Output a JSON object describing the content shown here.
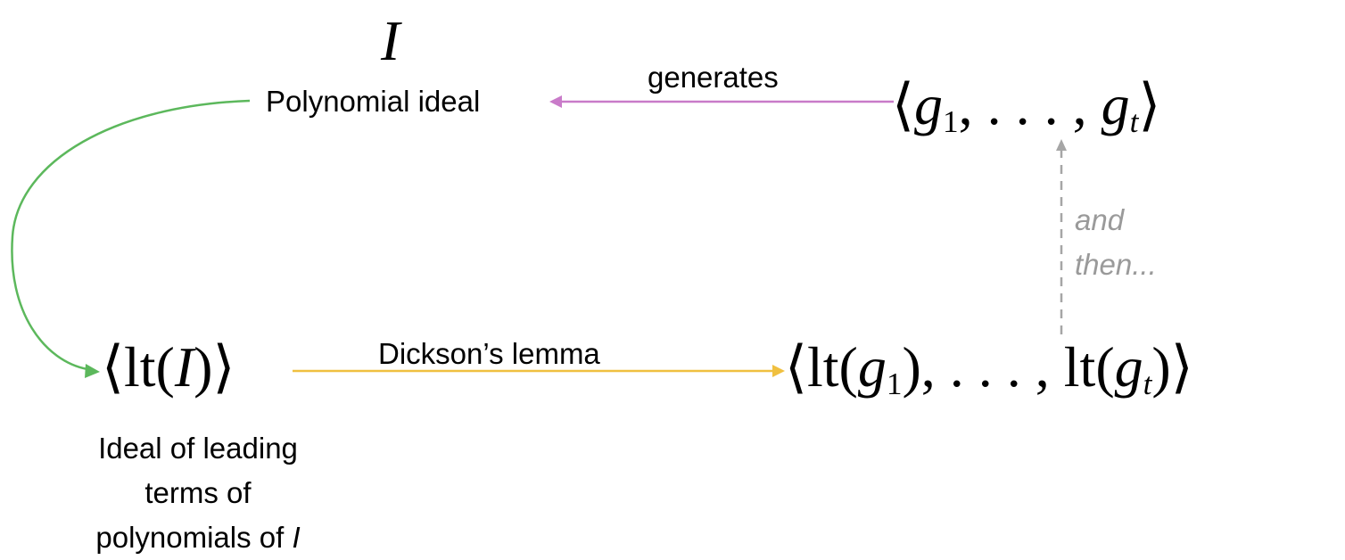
{
  "nodes": {
    "ideal": {
      "symbol": "I",
      "label": "Polynomial ideal"
    },
    "generators": {
      "open": "⟨",
      "g1": "g",
      "g1_sub": "1",
      "sep": ", . . . , ",
      "gt": "g",
      "gt_sub": "t",
      "close": "⟩"
    },
    "leading_ideal": {
      "open": "⟨",
      "lt": "lt",
      "lparen": "(",
      "var": "I",
      "rparen": ")",
      "close": "⟩",
      "label": "Ideal of leading terms of polynomials of ",
      "label_italic": "I"
    },
    "leading_generators": {
      "open": "⟨",
      "lt1": "lt",
      "lparen1": "(",
      "g1": "g",
      "g1_sub": "1",
      "rparen1": ")",
      "sep": ", . . . , ",
      "lt2": "lt",
      "lparen2": "(",
      "gt": "g",
      "gt_sub": "t",
      "rparen2": ")",
      "close": "⟩"
    }
  },
  "edges": {
    "generates": {
      "label": "generates",
      "color": "#c97bc9"
    },
    "dickson": {
      "label": "Dickson’s lemma",
      "color": "#f0c040"
    },
    "then": {
      "label": "and then...",
      "color": "#a6a6a6"
    },
    "curve": {
      "color": "#5cb85c"
    }
  }
}
